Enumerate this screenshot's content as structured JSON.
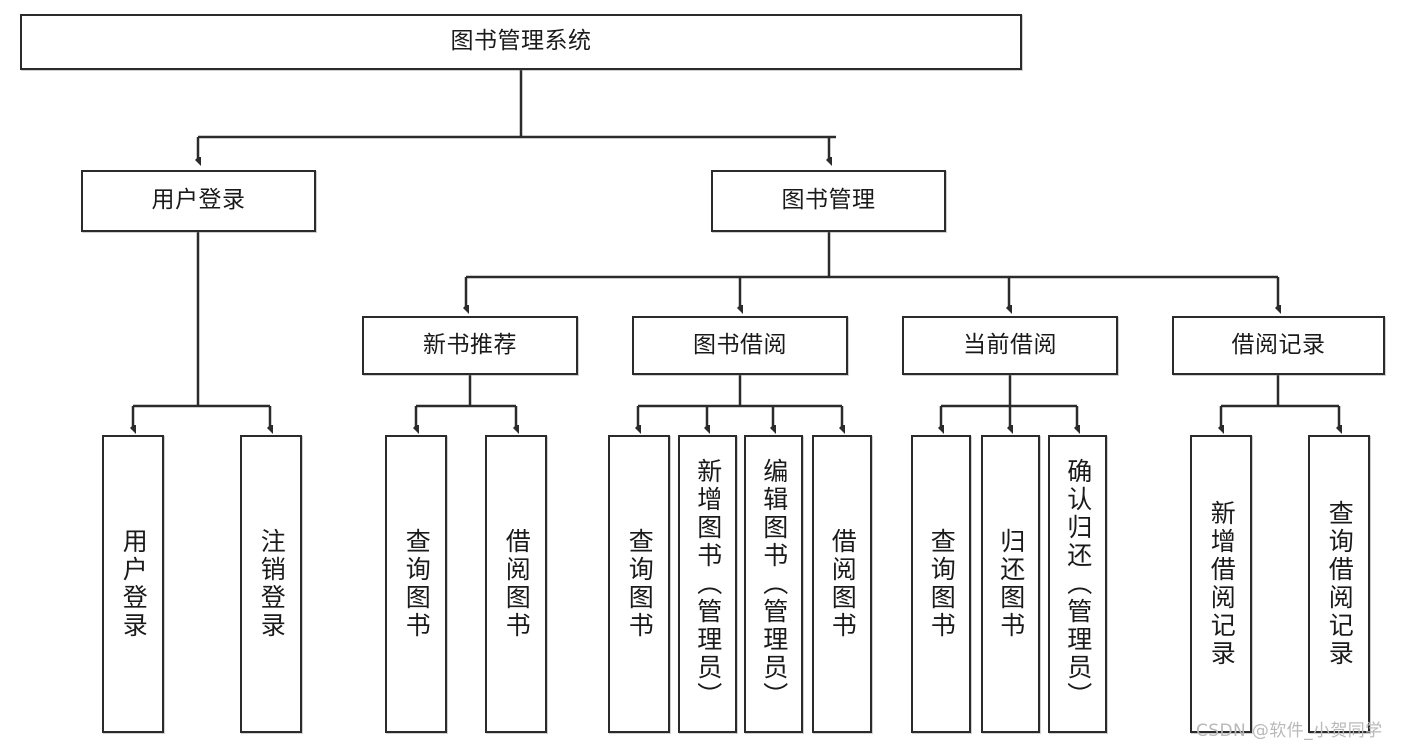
{
  "diagram": {
    "title": "图书管理系统",
    "watermark": "CSDN @软件_小贺同学",
    "stroke_color": "#2b2b2b",
    "fill_color": "#ffffff",
    "nodes": {
      "root": {
        "label": "图书管理系统"
      },
      "l2": [
        {
          "label": "用户登录"
        },
        {
          "label": "图书管理"
        }
      ],
      "l3": [
        {
          "label": "新书推荐"
        },
        {
          "label": "图书借阅"
        },
        {
          "label": "当前借阅"
        },
        {
          "label": "借阅记录"
        }
      ],
      "leaves": [
        {
          "label": "用户登录"
        },
        {
          "label": "注销登录"
        },
        {
          "label": "查询图书"
        },
        {
          "label": "借阅图书"
        },
        {
          "label": "查询图书"
        },
        {
          "label": "新增图书（管理员）"
        },
        {
          "label": "编辑图书（管理员）"
        },
        {
          "label": "借阅图书"
        },
        {
          "label": "查询图书"
        },
        {
          "label": "归还图书"
        },
        {
          "label": "确认归还（管理员）"
        },
        {
          "label": "新增借阅记录"
        },
        {
          "label": "查询借阅记录"
        }
      ]
    }
  }
}
